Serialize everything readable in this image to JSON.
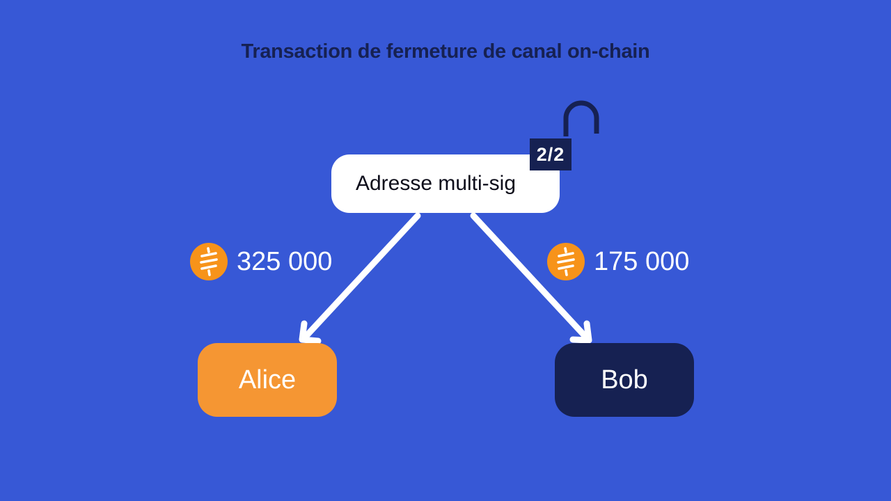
{
  "title": "Transaction de fermeture de canal on-chain",
  "multisig": {
    "label": "Adresse multi-sig",
    "threshold": "2/2",
    "icon": "open-padlock-icon"
  },
  "outputs": [
    {
      "recipient": "Alice",
      "amount": "325 000",
      "icon": "satoshi-coin-icon"
    },
    {
      "recipient": "Bob",
      "amount": "175 000",
      "icon": "satoshi-coin-icon"
    }
  ],
  "colors": {
    "background": "#3758d6",
    "navy": "#162152",
    "alice": "#f59633",
    "coin": "#f7931a",
    "white": "#ffffff"
  }
}
